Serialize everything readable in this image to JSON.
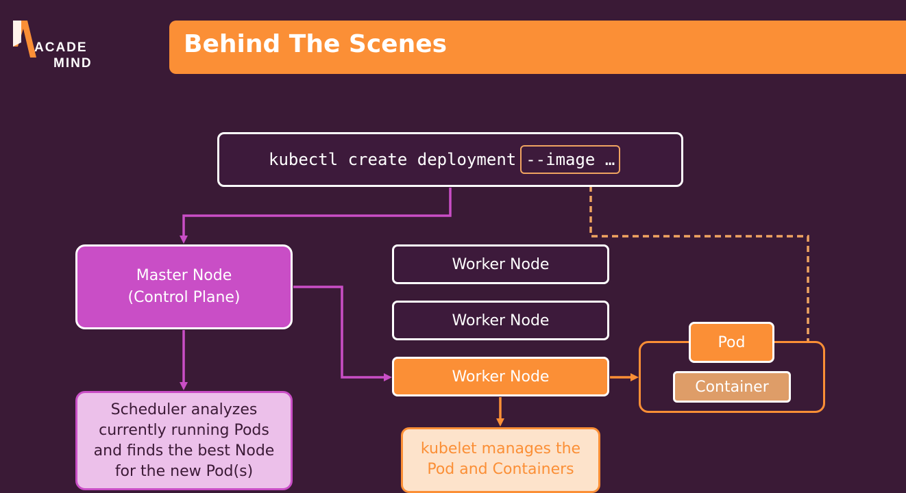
{
  "brand": {
    "line1": "ACADE",
    "line2": "MIND",
    "color": "#ffffff"
  },
  "header": {
    "title": "Behind The Scenes",
    "bar_color": "#fb8f36"
  },
  "command": {
    "text": "kubectl create deployment",
    "flag": "--image …"
  },
  "master_node": {
    "line1": "Master Node",
    "line2": "(Control Plane)",
    "color": "#c94ec6"
  },
  "worker_nodes": [
    {
      "label": "Worker Node"
    },
    {
      "label": "Worker Node"
    },
    {
      "label": "Worker Node"
    }
  ],
  "scheduler_note": {
    "line1": "Scheduler analyzes",
    "line2": "currently running Pods",
    "line3": "and finds the best Node",
    "line4": "for the new Pod(s)"
  },
  "kubelet_note": {
    "line1": "kubelet manages the",
    "line2": "Pod and Containers"
  },
  "pod": {
    "label": "Pod"
  },
  "container": {
    "label": "Container"
  },
  "colors": {
    "background": "#3a1a36",
    "accent_orange": "#fb8f36",
    "accent_magenta": "#c94ec6",
    "dashed_link": "#f0a461"
  }
}
